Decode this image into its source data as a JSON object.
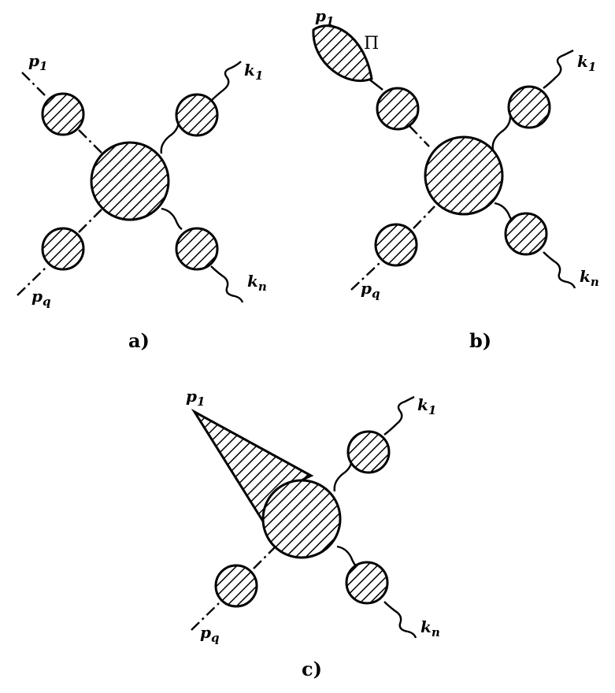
{
  "diagrams": [
    {
      "caption": "a)",
      "incoming_top": {
        "symbol": "p",
        "sub": "1"
      },
      "incoming_bottom": {
        "symbol": "p",
        "sub": "q"
      },
      "outgoing_top": {
        "symbol": "k",
        "sub": "1"
      },
      "outgoing_bottom": {
        "symbol": "k",
        "sub": "n"
      }
    },
    {
      "caption": "b)",
      "incoming_top": {
        "symbol": "p",
        "sub": "1"
      },
      "incoming_bottom": {
        "symbol": "p",
        "sub": "q"
      },
      "outgoing_top": {
        "symbol": "k",
        "sub": "1"
      },
      "outgoing_bottom": {
        "symbol": "k",
        "sub": "n"
      },
      "self_energy_label": "Π"
    },
    {
      "caption": "c)",
      "incoming_top": {
        "symbol": "p",
        "sub": "1"
      },
      "incoming_bottom": {
        "symbol": "p",
        "sub": "q"
      },
      "outgoing_top": {
        "symbol": "k",
        "sub": "1"
      },
      "outgoing_bottom": {
        "symbol": "k",
        "sub": "n"
      }
    }
  ]
}
